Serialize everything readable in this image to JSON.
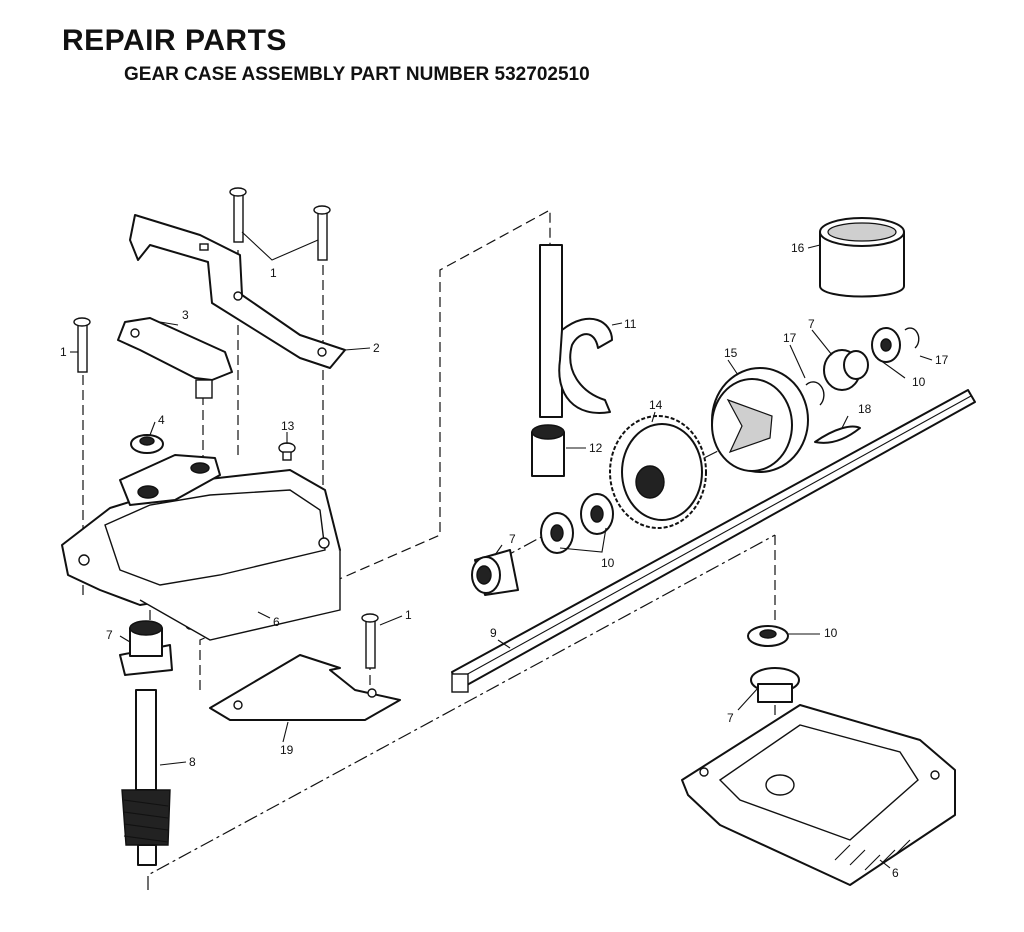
{
  "header": {
    "title": "REPAIR PARTS",
    "subtitle": "GEAR CASE ASSEMBLY PART NUMBER 532702510"
  },
  "callouts": {
    "c1_top": "1",
    "c1_left": "1",
    "c1_mid": "1",
    "c2": "2",
    "c3": "3",
    "c4": "4",
    "c6_left": "6",
    "c6_right": "6",
    "c7_left": "7",
    "c7_mid": "7",
    "c7_topright": "7",
    "c7_right": "7",
    "c8": "8",
    "c9": "9",
    "c10_mid": "10",
    "c10_topright": "10",
    "c10_right": "10",
    "c11": "11",
    "c12": "12",
    "c13": "13",
    "c14": "14",
    "c15": "15",
    "c16": "16",
    "c17_a": "17",
    "c17_b": "17",
    "c18": "18",
    "c19": "19"
  }
}
